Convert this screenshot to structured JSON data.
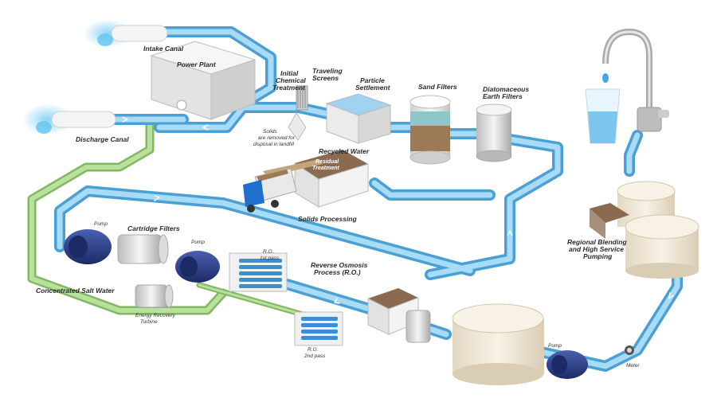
{
  "labels": {
    "intake_canal": "Intake Canal",
    "power_plant": "Power Plant",
    "discharge_canal": "Discharge Canal",
    "initial_chemical_treatment": [
      "Initial",
      "Chemical",
      "Treatment"
    ],
    "traveling_screens": [
      "Traveling",
      "Screens"
    ],
    "particle_settlement": [
      "Particle",
      "Settlement"
    ],
    "sand_filters": "Sand Filters",
    "diatomaceous_earth_filters": [
      "Diatomaceous",
      "Earth Filters"
    ],
    "solids_landfill": [
      "Solids",
      "are removed for",
      "disposal in landfill"
    ],
    "recycled_water": "Recycled Water",
    "residual_treatment": [
      "Residual",
      "Treatment"
    ],
    "solids_processing": "Solids Processing",
    "pump_1": "Pump",
    "cartridge_filters": "Cartridge Filters",
    "pump_2": "Pump",
    "ro_1st_pass": [
      "R.O.",
      "1st pass"
    ],
    "reverse_osmosis": [
      "Reverse Osmosis",
      "Process (R.O.)"
    ],
    "ro_2nd_pass": [
      "R.O.",
      "2nd pass"
    ],
    "concentrated_salt_water": "Concentrated Salt Water",
    "energy_recovery_turbine": [
      "Energy Recovery",
      "Turbine"
    ],
    "regional_blending": [
      "Regional Blending",
      "and High Service",
      "Pumping"
    ],
    "pump_3": "Pump",
    "meter": "Meter"
  },
  "colors": {
    "pipe_blue": "#7fc3ea",
    "pipe_blue_dark": "#4a9fd4",
    "pipe_green": "#a8d58a",
    "pump_blue": "#2a3d8a",
    "tank_fill": "#f1e9d8",
    "building": "#e8e8e8",
    "roof_brown": "#8b6a52"
  }
}
